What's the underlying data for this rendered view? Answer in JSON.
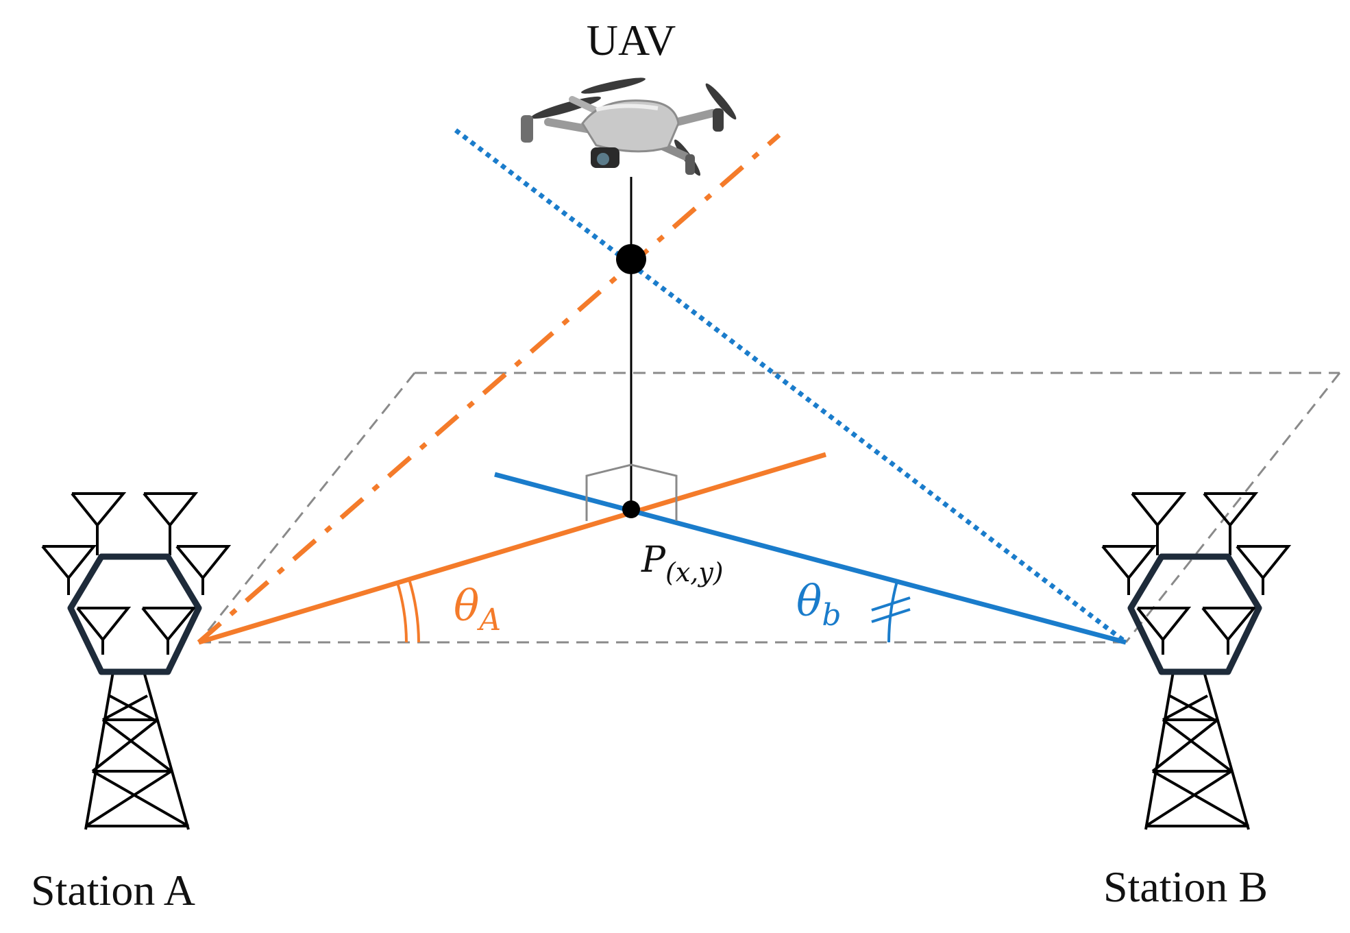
{
  "labels": {
    "uav": "UAV",
    "station_a": "Station A",
    "station_b": "Station B",
    "point_main": "P",
    "point_sub": "(x,y)",
    "theta_a_symbol": "θ",
    "theta_a_sub": "A",
    "theta_b_symbol": "θ",
    "theta_b_sub": "b"
  },
  "colors": {
    "orange": "#F47B2A",
    "blue": "#1A7CCB",
    "grey_dashed": "#8A8A8A",
    "black": "#000000",
    "tower_frame": "#1E2B3A"
  },
  "icons": {
    "uav": "drone-icon",
    "station_a": "antenna-tower-icon",
    "station_b": "antenna-tower-icon"
  }
}
